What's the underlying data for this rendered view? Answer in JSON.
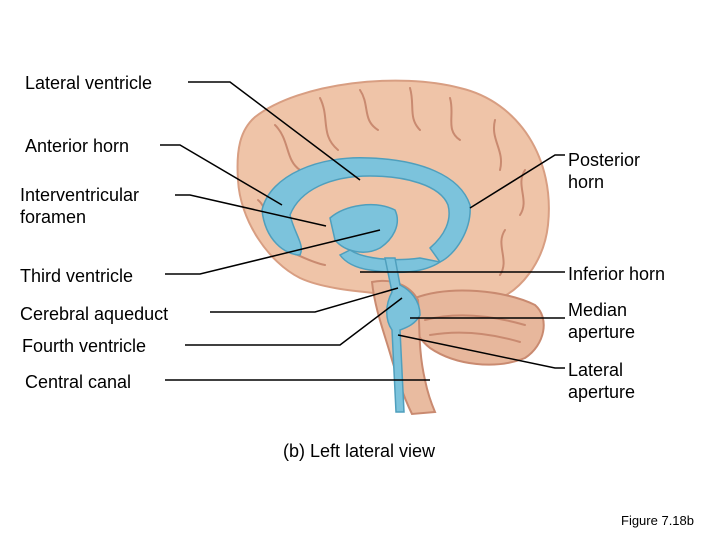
{
  "labels": {
    "lateral_ventricle": "Lateral ventricle",
    "anterior_horn": "Anterior horn",
    "interventricular_foramen": "Interventricular\nforamen",
    "third_ventricle": "Third ventricle",
    "cerebral_aqueduct": "Cerebral aqueduct",
    "fourth_ventricle": "Fourth ventricle",
    "central_canal": "Central canal",
    "posterior_horn": "Posterior\nhorn",
    "inferior_horn": "Inferior horn",
    "median_aperture": "Median\naperture",
    "lateral_aperture": "Lateral\naperture"
  },
  "caption": "(b) Left lateral view",
  "figure_ref": "Figure 7.18b",
  "colors": {
    "brain": "#efc4a8",
    "brain_shadow": "#d89e82",
    "sulci": "#c98a70",
    "cerebellum": "#e7b79c",
    "ventricles": "#7cc3dc",
    "ventricle_edge": "#4f9fbd",
    "leader_lines": "#000000"
  }
}
